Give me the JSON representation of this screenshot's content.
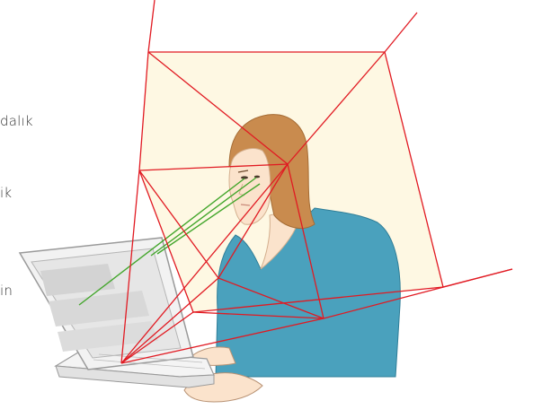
{
  "labels": [
    "dalık",
    "ik",
    "in"
  ],
  "colors": {
    "frame_lines": "#e11a22",
    "gaze_lines": "#43a62c",
    "skin": "#fbe3cc",
    "hair": "#c98b4e",
    "shirt": "#4aa1bd",
    "laptop_body": "#f2f2f2",
    "laptop_outline": "#9a9a9a",
    "screen": "#e9e9e9",
    "plane_fill": "#fdf5d9"
  }
}
